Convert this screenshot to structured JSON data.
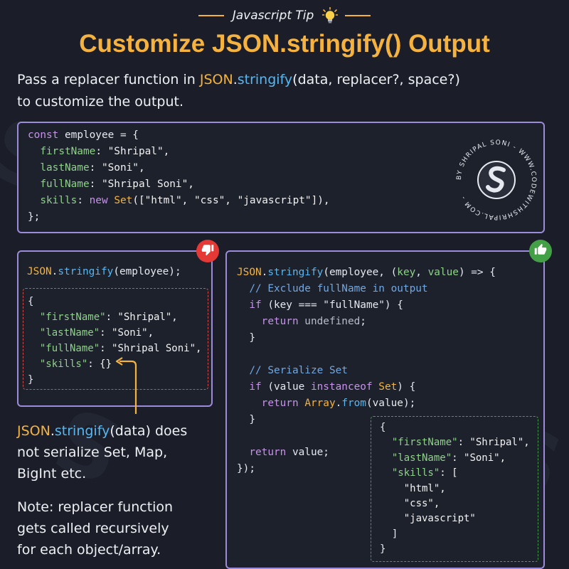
{
  "header": {
    "tag": "Javascript Tip",
    "title": "Customize JSON.stringify() Output"
  },
  "intro": {
    "obj": "JSON",
    "dot": ".",
    "method": "stringify",
    "args": "(data, replacer?, space?)",
    "line1_prefix": "Pass a replacer function in ",
    "line2": "to customize the output."
  },
  "watermark": {
    "ring_text": "BY SHRIPAL SONI - WWW.CODEWITHSHRIPAL.COM -"
  },
  "code_top": {
    "l1_kw": "const",
    "l1_rest": " employee = {",
    "l2_prop": "  firstName",
    "l2_val": ": \"Shripal\",",
    "l3_prop": "  lastName",
    "l3_val": ": \"Soni\",",
    "l4_prop": "  fullName",
    "l4_val": ": \"Shripal Soni\",",
    "l5_prop": "  skills",
    "l5_colon": ": ",
    "l5_new": "new",
    "l5_space": " ",
    "l5_set": "Set",
    "l5_rest": "([\"html\", \"css\", \"javascript\"]),",
    "l6": "};"
  },
  "code_left": {
    "call_obj": "JSON",
    "call_dot": ".",
    "call_fn": "stringify",
    "call_rest": "(employee);",
    "o1": "{",
    "o2_key": "  \"firstName\"",
    "o2_val": ": \"Shripal\",",
    "o3_key": "  \"lastName\"",
    "o3_val": ": \"Soni\",",
    "o4_key": "  \"fullName\"",
    "o4_val": ": \"Shripal Soni\",",
    "o5_key": "  \"skills\"",
    "o5_val": ": {}",
    "o6": "}"
  },
  "code_right": {
    "l1_obj": "JSON",
    "l1_dot": ".",
    "l1_fn": "stringify",
    "l1_rest": "(employee, (",
    "l1_key": "key",
    "l1_comma": ", ",
    "l1_value": "value",
    "l1_end": ") => {",
    "l2": "  // Exclude fullName in output",
    "l3_kw": "  if",
    "l3_rest": " (key === \"fullName\") {",
    "l4_kw": "    return",
    "l4_undef": " undefined",
    "l4_end": ";",
    "l5": "  }",
    "l7": "  // Serialize Set",
    "l8_kw": "  if",
    "l8_a": " (value ",
    "l8_kw2": "instanceof",
    "l8_sp": " ",
    "l8_cls": "Set",
    "l8_end": ") {",
    "l9_kw": "    return",
    "l9_sp": " ",
    "l9_cls": "Array",
    "l9_dot": ".",
    "l9_fn": "from",
    "l9_end": "(value);",
    "l10": "  }",
    "l12_kw": "  return",
    "l12_rest": " value;",
    "l13": "});"
  },
  "code_output": {
    "o1": "{",
    "o2_key": "  \"firstName\"",
    "o2_val": ": \"Shripal\",",
    "o3_key": "  \"lastName\"",
    "o3_val": ": \"Soni\",",
    "o4_key": "  \"skills\"",
    "o4_val": ": [",
    "o5": "    \"html\",",
    "o6": "    \"css\",",
    "o7": "    \"javascript\"",
    "o8": "  ]",
    "o9": "}"
  },
  "notes": {
    "n1_obj": "JSON",
    "n1_dot": ".",
    "n1_fn": "stringify",
    "n1_rest": "(data) does",
    "n1_line2": "not serialize Set, Map,",
    "n1_line3": "BigInt etc.",
    "n2_line1": "Note: replacer function",
    "n2_line2": "gets called recursively",
    "n2_line3": "for each object/array."
  },
  "colors": {
    "accent": "#f4b33f",
    "method": "#58b7f0",
    "box_border": "#9b8bd9",
    "bad": "#e53935",
    "good": "#43a047"
  }
}
